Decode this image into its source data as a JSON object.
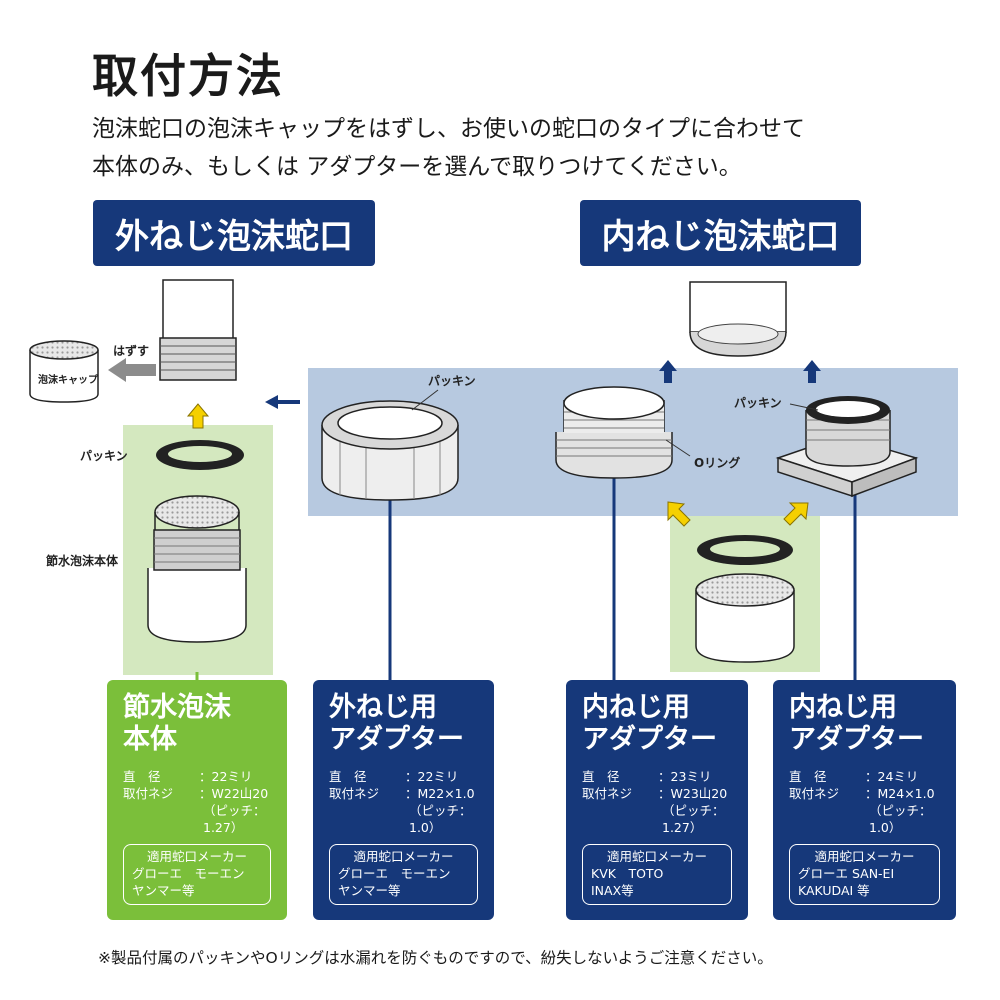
{
  "title": "取付方法",
  "intro": {
    "line1": "泡沫蛇口の泡沫キャップをはずし、お使いの蛇口のタイプに合わせて",
    "line2": "本体のみ、もしくは アダプターを選んで取りつけてください。"
  },
  "headers": {
    "outer": "外ねじ泡沫蛇口",
    "inner": "内ねじ泡沫蛇口"
  },
  "labels": {
    "remove": "はずす",
    "cap": "泡沫キャップ",
    "packing": "パッキン",
    "body": "節水泡沫本体",
    "oring": "Oリング"
  },
  "boxes": [
    {
      "title1": "節水泡沫",
      "title2": "本体",
      "diameter_key": "直　径",
      "diameter": "：22ミリ",
      "thread_key": "取付ネジ",
      "thread": "：W22山20",
      "pitch": "（ピッチ：1.27）",
      "maker_head": "適用蛇口メーカー",
      "maker1": "グローエ　モーエン",
      "maker2": "ヤンマー等"
    },
    {
      "title1": "外ねじ用",
      "title2": "アダプター",
      "diameter_key": "直　径",
      "diameter": "：22ミリ",
      "thread_key": "取付ネジ",
      "thread": "：M22×1.0",
      "pitch": "（ピッチ：1.0）",
      "maker_head": "適用蛇口メーカー",
      "maker1": "グローエ　モーエン",
      "maker2": "ヤンマー等"
    },
    {
      "title1": "内ねじ用",
      "title2": "アダプター",
      "diameter_key": "直　径",
      "diameter": "：23ミリ",
      "thread_key": "取付ネジ",
      "thread": "：W23山20",
      "pitch": "（ピッチ：1.27）",
      "maker_head": "適用蛇口メーカー",
      "maker1": "KVK　TOTO",
      "maker2": "INAX等"
    },
    {
      "title1": "内ねじ用",
      "title2": "アダプター",
      "diameter_key": "直　径",
      "diameter": "：24ミリ",
      "thread_key": "取付ネジ",
      "thread": "：M24×1.0",
      "pitch": "（ピッチ：1.0）",
      "maker_head": "適用蛇口メーカー",
      "maker1": "グローエ SAN-EI",
      "maker2": "KAKUDAI 等"
    }
  ],
  "footnote": "※製品付属のパッキンやOリングは水漏れを防ぐものですので、紛失しないようご注意ください。",
  "colors": {
    "navy": "#16387a",
    "green": "#7bbf3a",
    "light_blue_panel": "#b7c9e0",
    "light_green_panel": "#d4e8bf",
    "yellow_arrow": "#f5d000"
  }
}
